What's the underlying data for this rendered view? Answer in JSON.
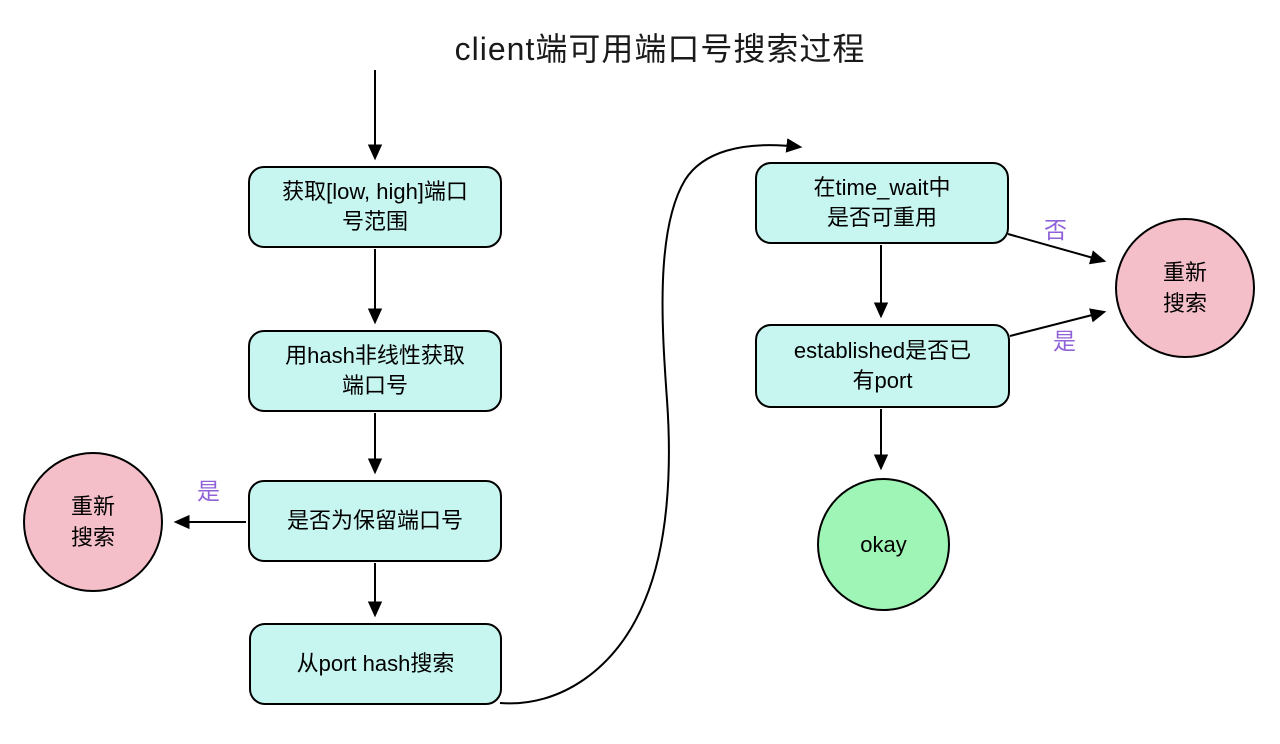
{
  "title": "client端可用端口号搜索过程",
  "colors": {
    "node_fill_cyan": "#c7f5f0",
    "node_fill_pink": "#f5bfca",
    "node_fill_green": "#9ff5b5",
    "edge_label_purple": "#8f62d8",
    "stroke_black": "#000000"
  },
  "nodes": {
    "get_range": {
      "lines": [
        "获取[low, high]端口",
        "号范围"
      ]
    },
    "hash_nonlinear": {
      "lines": [
        "用hash非线性获取",
        "端口号"
      ]
    },
    "is_reserved": {
      "lines": [
        "是否为保留端口号"
      ]
    },
    "search_port_hash": {
      "lines": [
        "从port hash搜索"
      ]
    },
    "time_wait_reuse": {
      "lines": [
        "在time_wait中",
        "是否可重用"
      ]
    },
    "established_has_port": {
      "lines": [
        "established是否已",
        "有port"
      ]
    },
    "research_left": {
      "lines": [
        "重新",
        "搜索"
      ]
    },
    "research_right": {
      "lines": [
        "重新",
        "搜索"
      ]
    },
    "okay": {
      "lines": [
        "okay"
      ]
    }
  },
  "edge_labels": {
    "yes_left": "是",
    "no_right": "否",
    "yes_right": "是"
  }
}
